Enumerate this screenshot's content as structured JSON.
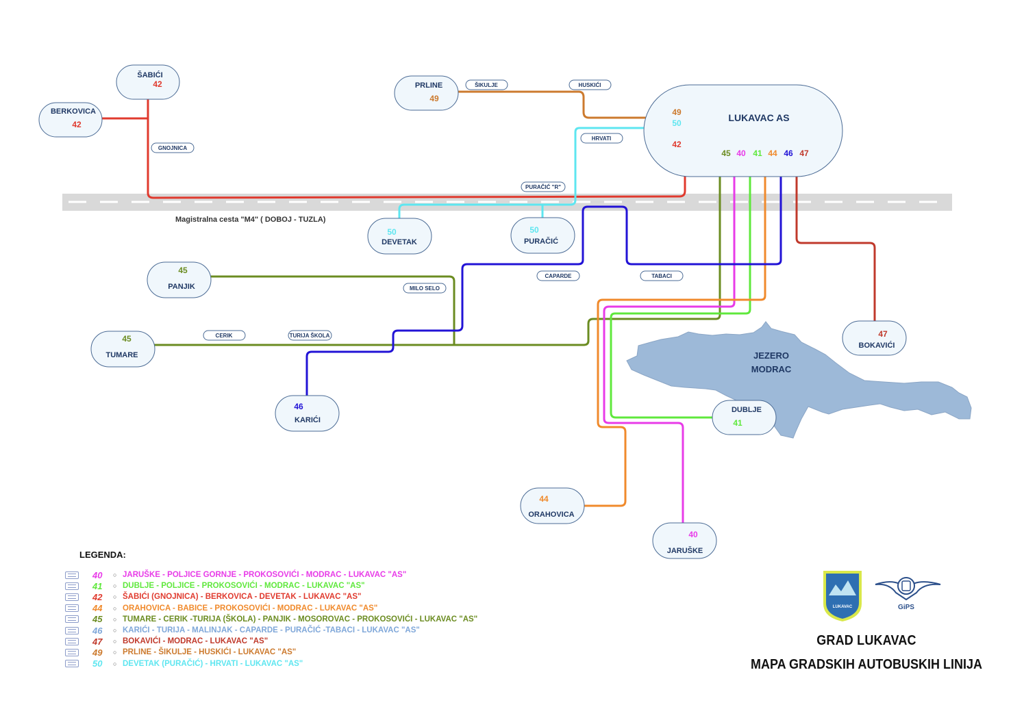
{
  "stops": {
    "sabici": {
      "name": "ŠABIĆI",
      "lines": [
        "42"
      ]
    },
    "berkovica": {
      "name": "BERKOVICA",
      "lines": [
        "42"
      ]
    },
    "prline": {
      "name": "PRLINE",
      "lines": [
        "49"
      ]
    },
    "lukavac_as": {
      "name": "LUKAVAC  AS",
      "lines_left": [
        "49",
        "50",
        "42"
      ],
      "lines_bottom": [
        "45",
        "40",
        "41",
        "44",
        "46",
        "47"
      ]
    },
    "devetak": {
      "name": "DEVETAK",
      "lines": [
        "50"
      ]
    },
    "puracic": {
      "name": "PURAČIĆ",
      "lines": [
        "50"
      ]
    },
    "panjik": {
      "name": "PANJIK",
      "lines": [
        "45"
      ]
    },
    "tumare": {
      "name": "TUMARE",
      "lines": [
        "45"
      ]
    },
    "karici": {
      "name": "KARIĆI",
      "lines": [
        "46"
      ]
    },
    "bokavici": {
      "name": "BOKAVIĆI",
      "lines": [
        "47"
      ]
    },
    "dublje": {
      "name": "DUBLJE",
      "lines": [
        "41"
      ]
    },
    "orahovica": {
      "name": "ORAHOVICA",
      "lines": [
        "44"
      ]
    },
    "jaruske": {
      "name": "JARUŠKE",
      "lines": [
        "40"
      ]
    }
  },
  "waypoints": {
    "gnojnica": "GNOJNICA",
    "sikulje": "ŠIKULJE",
    "huskici": "HUSKIĆI",
    "hrvati": "HRVATI",
    "puracic_r": "PURAČIĆ \"R\"",
    "milo_selo": "MILO SELO",
    "caparde": "CAPARDE",
    "tabaci": "TABACI",
    "cerik": "CERIK",
    "turija_skola": "TURIJA ŠKOLA"
  },
  "road_label": "Magistralna cesta \"M4\" ( DOBOJ - TUZLA)",
  "lake_label": [
    "JEZERO",
    "MODRAC"
  ],
  "line_colors": {
    "40": "#e83be8",
    "41": "#5fe83c",
    "42": "#e03a2e",
    "44": "#f08a2c",
    "45": "#6b8c21",
    "46": "#2213d6",
    "47": "#c0392b",
    "49": "#cc7a2e",
    "50": "#5ee6f0"
  },
  "legend": {
    "title": "LEGENDA:",
    "items": [
      {
        "num": "40",
        "text": "JARUŠKE - POLJICE GORNJE - PROKOSOVIĆI - MODRAC - LUKAVAC \"AS\"",
        "color": "#e83be8"
      },
      {
        "num": "41",
        "text": "DUBLJE - POLJICE - PROKOSOVIĆI - MODRAC - LUKAVAC \"AS\"",
        "color": "#5fe83c"
      },
      {
        "num": "42",
        "text": "ŠABIĆI (GNOJNICA) - BERKOVICA - DEVETAK - LUKAVAC \"AS\"",
        "color": "#e03a2e"
      },
      {
        "num": "44",
        "text": "ORAHOVICA - BABICE - PROKOSOVIĆI - MODRAC - LUKAVAC \"AS\"",
        "color": "#f08a2c"
      },
      {
        "num": "45",
        "text": "TUMARE - CERIK -TURIJA (ŠKOLA) - PANJIK - MOSOROVAC - PROKOSOVIĆI - LUKAVAC \"AS\"",
        "color": "#6b8c21"
      },
      {
        "num": "46",
        "text": "KARIĆI - TURIJA - MALINJAK - CAPARDE - PURAČIĆ -TABACI - LUKAVAC \"AS\"",
        "color": "#7fa7d9"
      },
      {
        "num": "47",
        "text": "BOKAVIĆI - MODRAC - LUKAVAC \"AS\"",
        "color": "#c0392b"
      },
      {
        "num": "49",
        "text": "PRLINE - ŠIKULJE - HUSKIĆI - LUKAVAC \"AS\"",
        "color": "#cc7a2e"
      },
      {
        "num": "50",
        "text": "DEVETAK (PURAČIĆ) - HRVATI - LUKAVAC \"AS\"",
        "color": "#5ee6f0"
      }
    ]
  },
  "logos": {
    "city_logo_text": "LUKAVAC",
    "gips_text": "GiPS"
  },
  "title": {
    "line1": "GRAD LUKAVAC",
    "line2": "MAPA  GRADSKIH AUTOBUSKIH LINIJA"
  }
}
